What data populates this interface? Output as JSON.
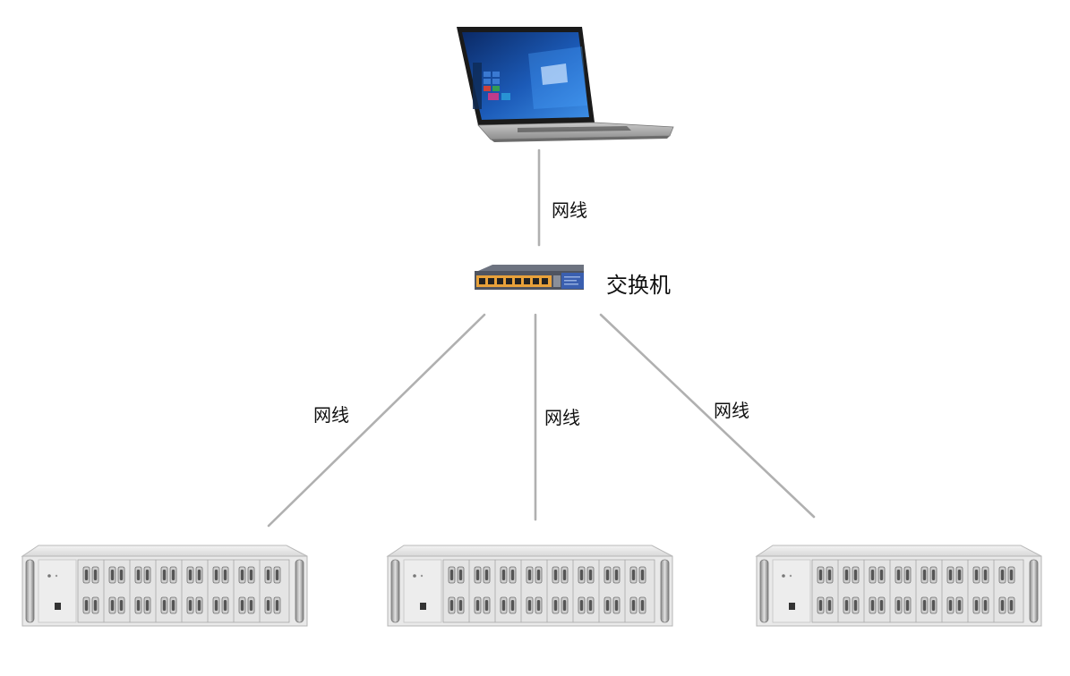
{
  "nodes": {
    "laptop": {
      "icon": "laptop-icon"
    },
    "switch": {
      "icon": "network-switch-icon",
      "label": "交换机"
    },
    "chassis": [
      {
        "icon": "rack-chassis-icon"
      },
      {
        "icon": "rack-chassis-icon"
      },
      {
        "icon": "rack-chassis-icon"
      }
    ]
  },
  "connections": [
    {
      "from": "laptop",
      "to": "switch",
      "label": "网线"
    },
    {
      "from": "switch",
      "to": "chassis-1",
      "label": "网线"
    },
    {
      "from": "switch",
      "to": "chassis-2",
      "label": "网线"
    },
    {
      "from": "switch",
      "to": "chassis-3",
      "label": "网线"
    }
  ],
  "colors": {
    "line": "#b0b0b0",
    "switch_ports": "#e8a13a",
    "switch_body": "#5a5f6a",
    "switch_panel": "#3a5fb0",
    "chassis_body": "#e6e6e6",
    "laptop_screen": "#1c5bb8"
  }
}
